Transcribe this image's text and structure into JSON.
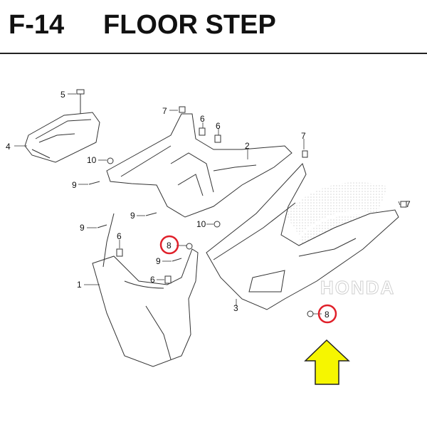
{
  "header": {
    "code": "F-14",
    "title": "FLOOR STEP"
  },
  "callouts": [
    {
      "id": "c5",
      "text": "5"
    },
    {
      "id": "c4",
      "text": "4"
    },
    {
      "id": "c7a",
      "text": "7"
    },
    {
      "id": "c6a",
      "text": "6"
    },
    {
      "id": "c6b",
      "text": "6"
    },
    {
      "id": "c2",
      "text": "2"
    },
    {
      "id": "c7b",
      "text": "7"
    },
    {
      "id": "c10a",
      "text": "10"
    },
    {
      "id": "c9a",
      "text": "9"
    },
    {
      "id": "c9b",
      "text": "9"
    },
    {
      "id": "c10b",
      "text": "10"
    },
    {
      "id": "c9c",
      "text": "9"
    },
    {
      "id": "c6c",
      "text": "6"
    },
    {
      "id": "c8a",
      "text": "8"
    },
    {
      "id": "c9d",
      "text": "9"
    },
    {
      "id": "c6d",
      "text": "6"
    },
    {
      "id": "c1",
      "text": "1"
    },
    {
      "id": "c7c",
      "text": "7"
    },
    {
      "id": "c3",
      "text": "3"
    },
    {
      "id": "c8b",
      "text": "8"
    }
  ],
  "colors": {
    "highlight": "#e0202a",
    "arrow": "#f6f600",
    "line": "#333333"
  },
  "watermark_text": "HONDA"
}
